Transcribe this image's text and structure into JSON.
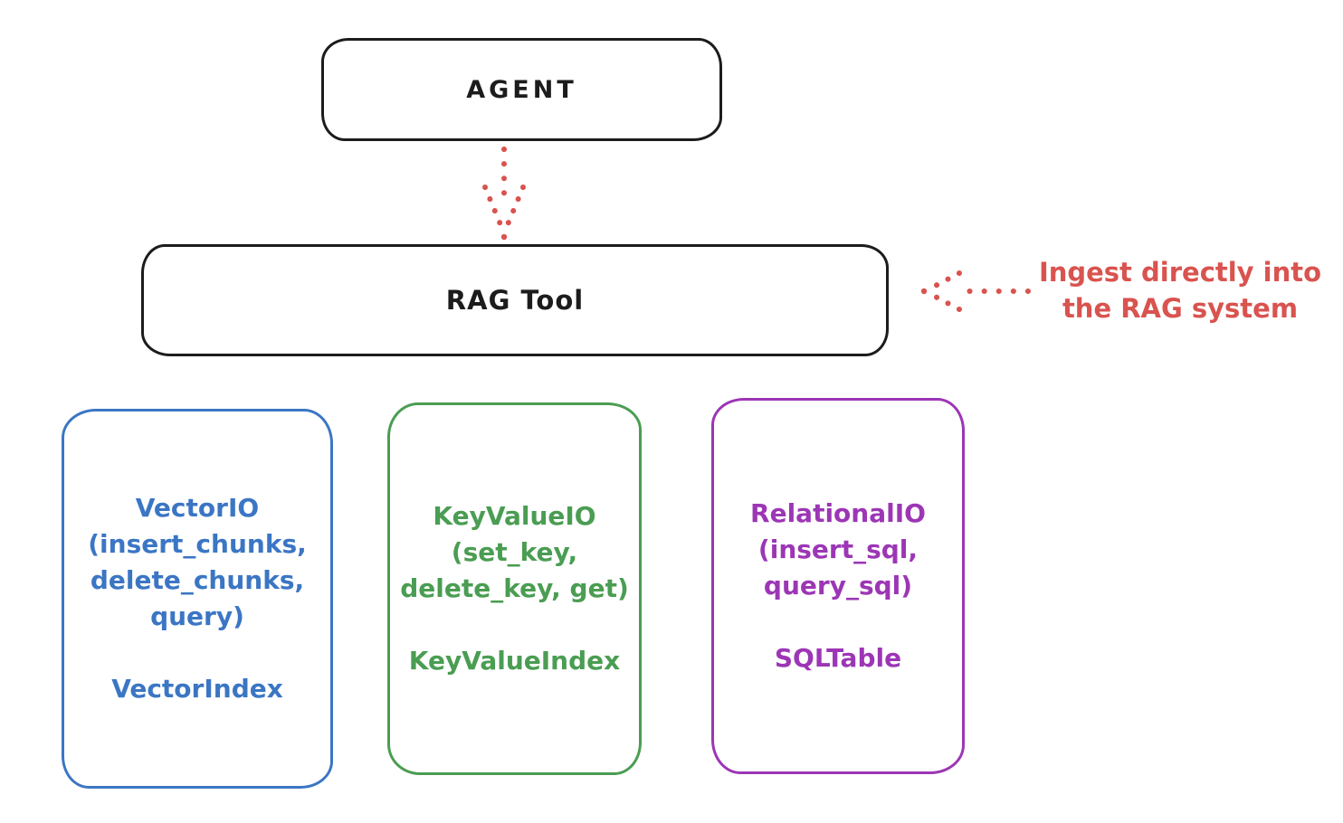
{
  "diagram": {
    "colors": {
      "ink": "#1c1c1c",
      "red": "#d9534f",
      "blue": "#3b76c4",
      "green": "#4a9d52",
      "purple": "#9c36b5"
    },
    "agent": {
      "label": "AGENT"
    },
    "rag_tool": {
      "label": "RAG Tool"
    },
    "annotation": {
      "line1": "Ingest directly into",
      "line2": "the RAG system",
      "color": "#d9534f"
    },
    "backends": [
      {
        "id": "vector-io",
        "color": "#3b76c4",
        "lines": [
          "VectorIO",
          "(insert_chunks,",
          "delete_chunks,",
          "query)"
        ],
        "index_label": "VectorIndex"
      },
      {
        "id": "keyvalue-io",
        "color": "#4a9d52",
        "lines": [
          "KeyValueIO",
          "(set_key,",
          "delete_key, get)"
        ],
        "index_label": "KeyValueIndex"
      },
      {
        "id": "relational-io",
        "color": "#9c36b5",
        "lines": [
          "RelationalIO",
          "(insert_sql,",
          "query_sql)"
        ],
        "index_label": "SQLTable"
      }
    ]
  }
}
